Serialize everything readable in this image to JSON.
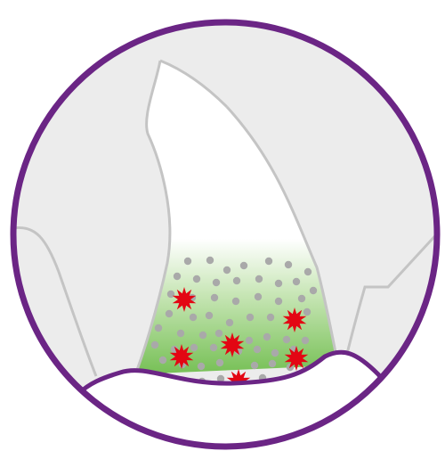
{
  "colors": {
    "frame": "#6b2585",
    "background": "#ececec",
    "outline": "#c4c4c4",
    "tooth": "#ffffff",
    "plaque_green": "#6fbd45",
    "particle_gray": "#a9a9a9",
    "bacteria_red": "#e30613",
    "gum": "#ffffff"
  },
  "illustration": {
    "subject": "tooth-with-plaque-and-bacteria",
    "icons": [
      "circle-frame",
      "canine-tooth",
      "plaque-gradient",
      "particle-dots",
      "bacteria-star",
      "gum-line"
    ]
  }
}
